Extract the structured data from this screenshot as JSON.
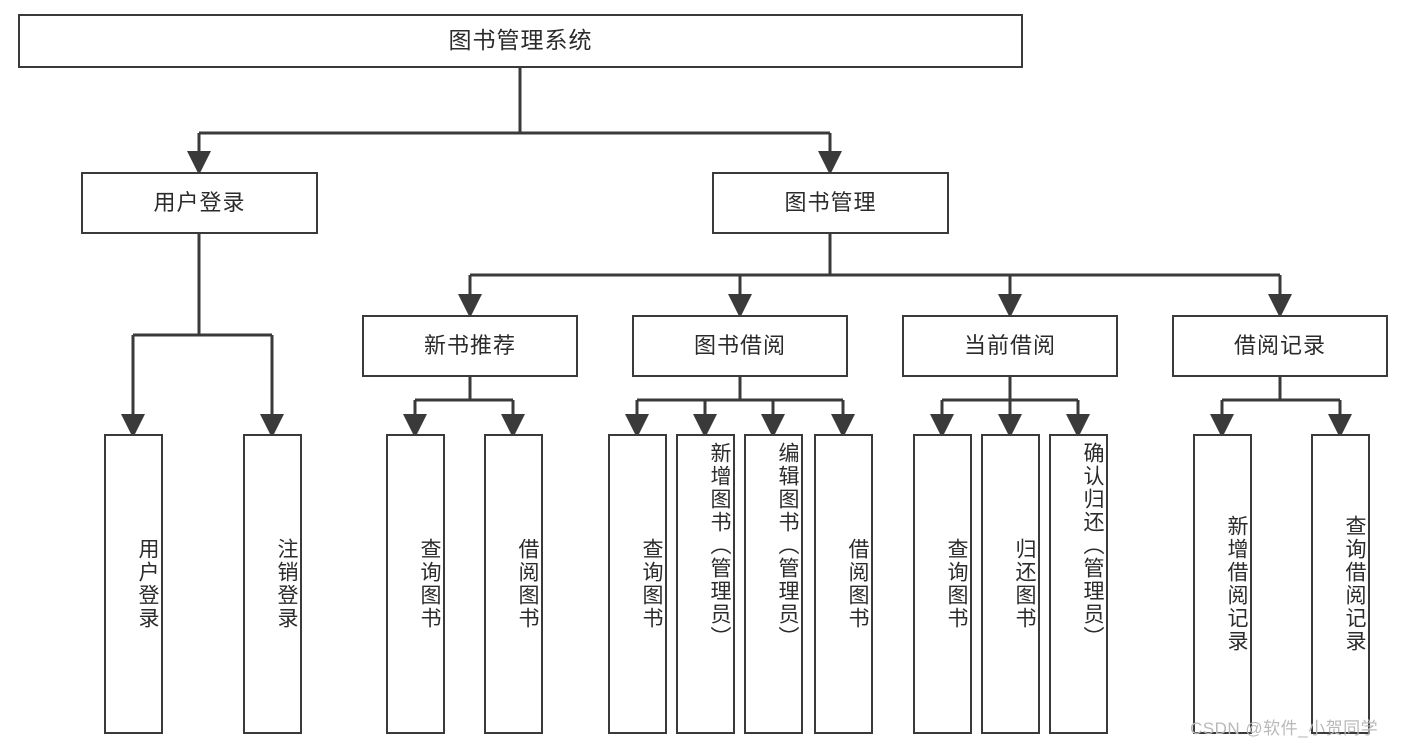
{
  "diagram": {
    "type": "hierarchy-tree",
    "title": "图书管理系统",
    "watermark": "CSDN @软件_小贺同学",
    "colors": {
      "stroke": "#3a3a3a",
      "fill": "#ffffff",
      "text": "#2b2b2b",
      "watermark": "#b9b9b9"
    },
    "levels": {
      "root": {
        "label": "图书管理系统"
      },
      "level2": [
        {
          "label": "用户登录"
        },
        {
          "label": "图书管理"
        }
      ],
      "level3": [
        {
          "label": "新书推荐"
        },
        {
          "label": "图书借阅"
        },
        {
          "label": "当前借阅"
        },
        {
          "label": "借阅记录"
        }
      ],
      "leaves": {
        "user_login": [
          {
            "label": "用户登录"
          },
          {
            "label": "注销登录"
          }
        ],
        "new_book_recommend": [
          {
            "label": "查询图书"
          },
          {
            "label": "借阅图书"
          }
        ],
        "book_borrow": [
          {
            "label": "查询图书"
          },
          {
            "label": "新增图书（管理员）"
          },
          {
            "label": "编辑图书（管理员）"
          },
          {
            "label": "借阅图书"
          }
        ],
        "current_borrow": [
          {
            "label": "查询图书"
          },
          {
            "label": "归还图书"
          },
          {
            "label": "确认归还（管理员）"
          }
        ],
        "borrow_records": [
          {
            "label": "新增借阅记录"
          },
          {
            "label": "查询借阅记录"
          }
        ]
      }
    }
  }
}
